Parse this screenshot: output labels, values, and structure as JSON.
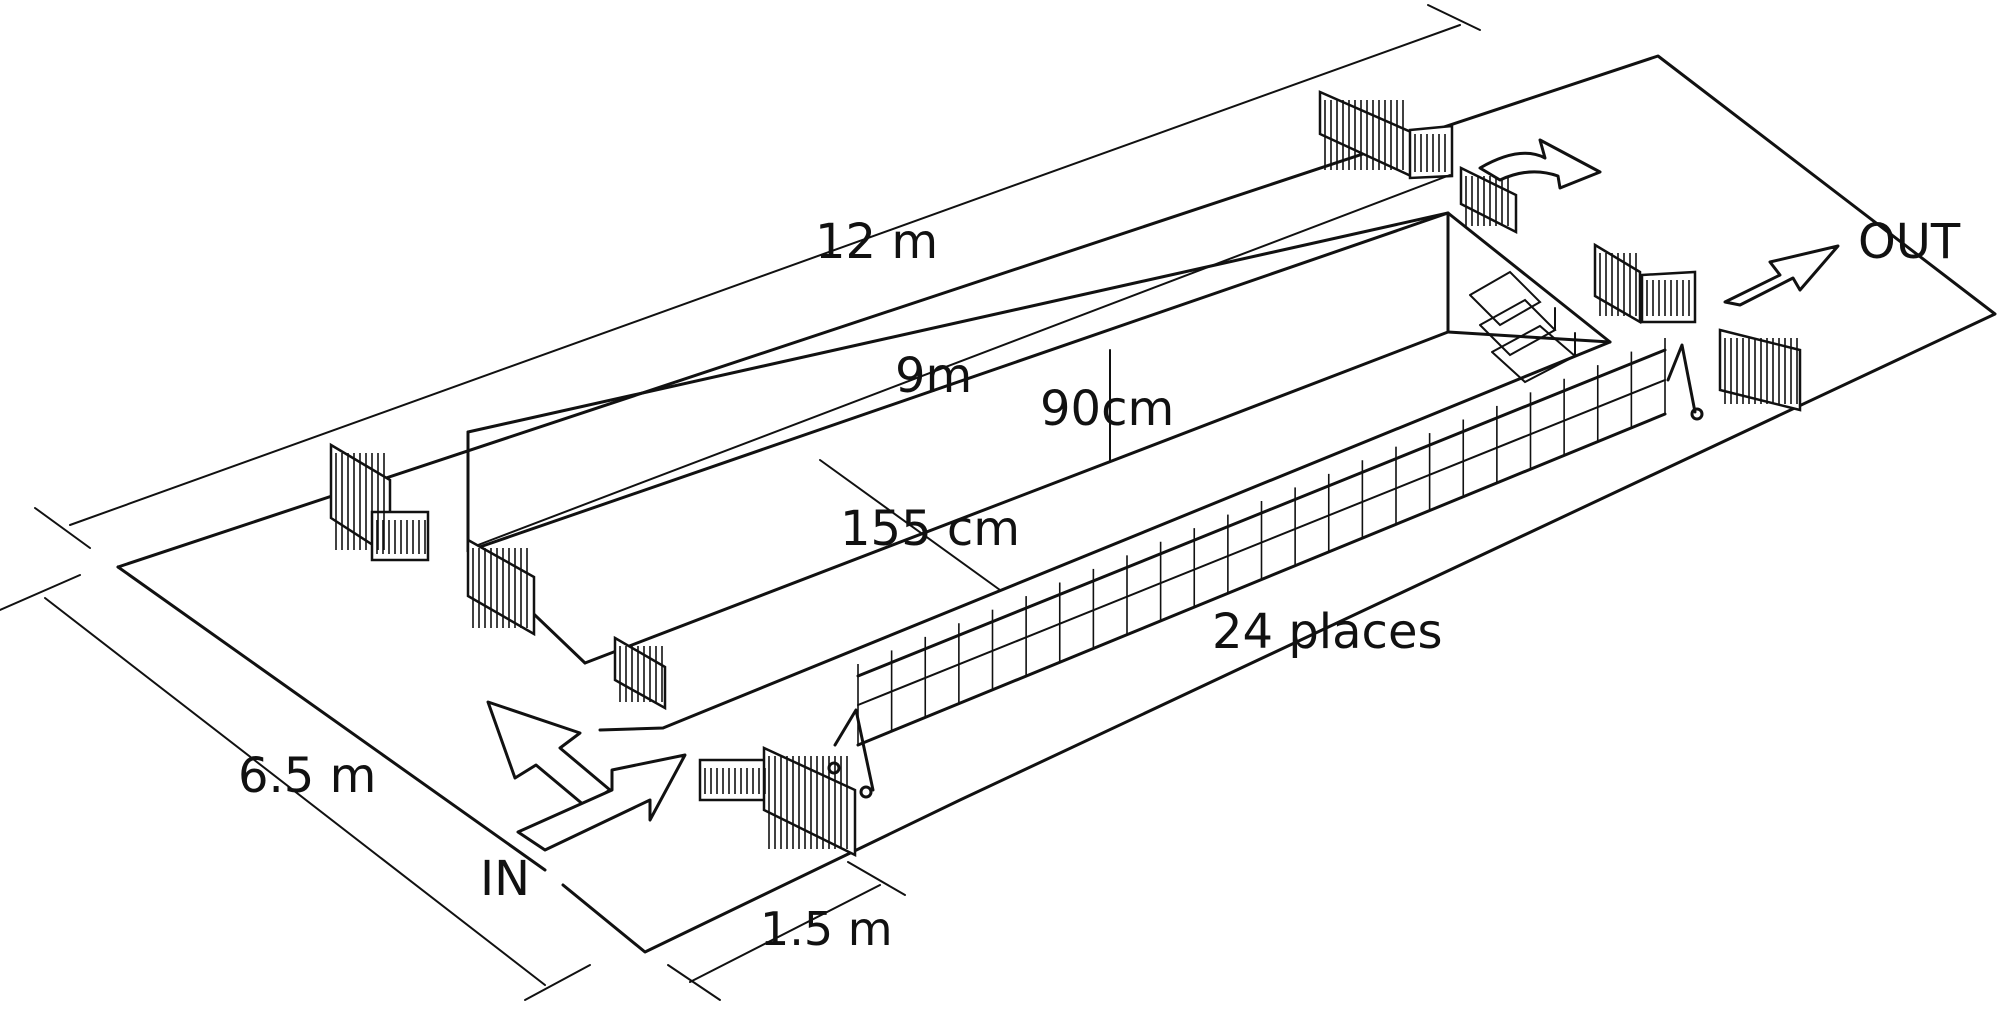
{
  "diagram": {
    "dimensions": {
      "outer_length": "12 m",
      "inner_length": "9m",
      "depth": "90cm",
      "inner_width": "155 cm",
      "outer_width": "6.5 m",
      "walkway": "1.5 m"
    },
    "capacity": "24 places",
    "entrance": "IN",
    "exit": "OUT",
    "colors": {
      "ink": "#111111",
      "paper": "#ffffff"
    },
    "icons": [
      "in-arrow-icon",
      "out-arrow-icon",
      "curved-arrow-icon",
      "fence-panel-icon",
      "steps-icon",
      "railing-icon"
    ]
  }
}
